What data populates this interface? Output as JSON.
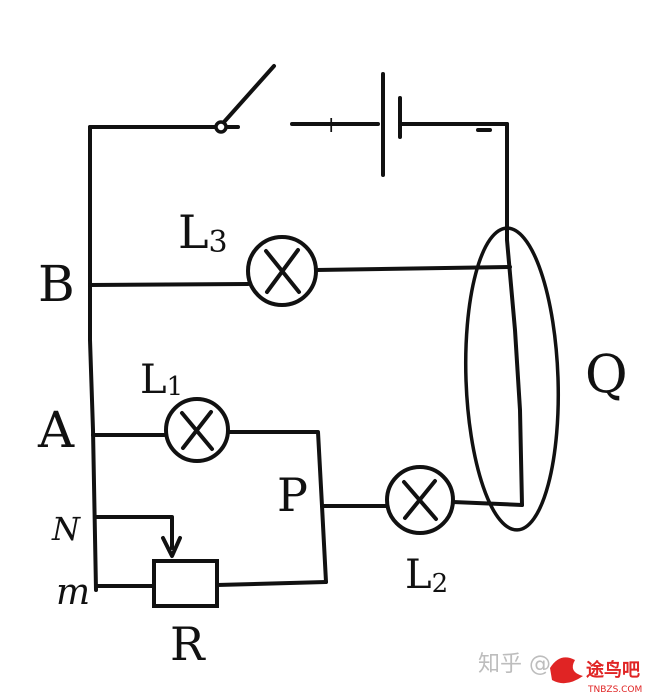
{
  "labels": {
    "battery_plus": "+",
    "L3": "L3",
    "L1": "L1",
    "L2": "L2",
    "B": "B",
    "A": "A",
    "N": "N",
    "M": "m",
    "P": "P",
    "R": "R",
    "Q": "Q"
  },
  "watermark": {
    "left_text": "知乎 @",
    "right_text": "途鸟吧",
    "right_subtext": "TNBZS.COM"
  },
  "colors": {
    "ink": "#111111",
    "watermark_gray": "#bdbdbd",
    "watermark_red": "#e02424"
  },
  "icons": [
    "lamp-icon",
    "switch-icon",
    "battery-icon",
    "rheostat-icon"
  ]
}
